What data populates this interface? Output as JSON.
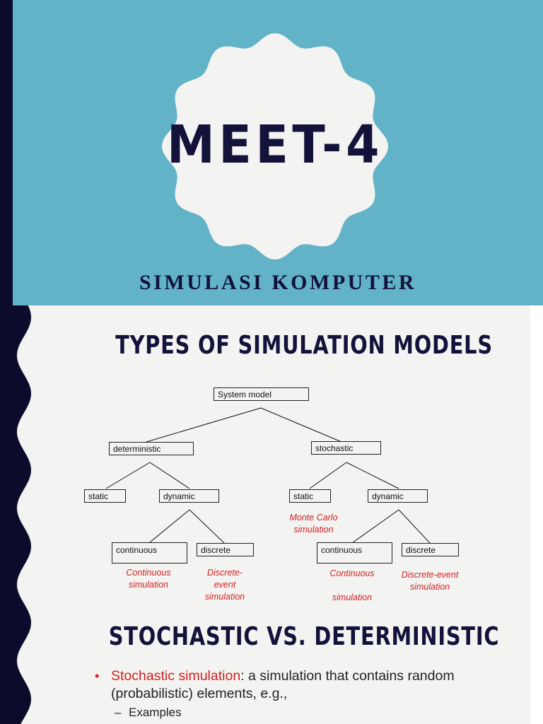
{
  "slide1": {
    "title": "MEET-4",
    "subtitle": "SIMULASI KOMPUTER"
  },
  "slide2": {
    "heading": "TYPES OF SIMULATION MODELS",
    "tree": {
      "root": "System model",
      "deterministic": "deterministic",
      "stochastic": "stochastic",
      "det_static": "static",
      "det_dynamic": "dynamic",
      "sto_static": "static",
      "sto_dynamic": "dynamic",
      "det_continuous": "continuous",
      "det_discrete": "discrete",
      "sto_continuous": "continuous",
      "sto_discrete": "discrete"
    },
    "notes": {
      "monte_carlo": "Monte Carlo\nsimulation",
      "det_continuous": "Continuous\nsimulation",
      "det_discrete": "Discrete-\nevent\nsimulation",
      "sto_continuous": "Continuous\n\nsimulation",
      "sto_discrete": "Discrete-event\nsimulation"
    }
  },
  "slide3": {
    "heading": "STOCHASTIC VS. DETERMINISTIC",
    "bullet_term": "Stochastic simulation",
    "bullet_rest": ": a simulation that contains random (probabilistic) elements, e.g.,",
    "sub_bullet_dash": "–",
    "sub_bullet": "Examples"
  },
  "colors": {
    "teal": "#62b3c8",
    "navy": "#13123a",
    "accent_red": "#d42020",
    "slide_bg": "#f3f3f1"
  }
}
